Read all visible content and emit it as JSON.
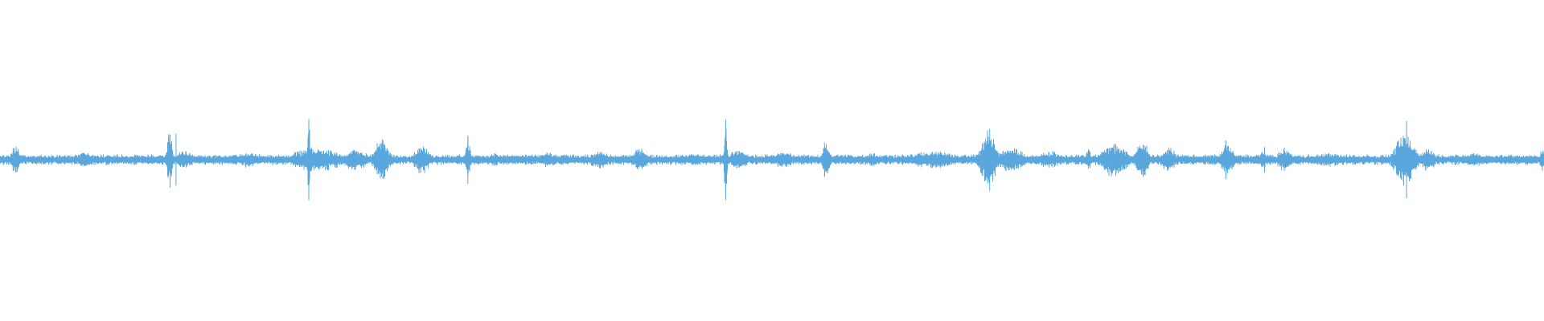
{
  "waveform": {
    "color": "#5aa7dd",
    "baseline_noise": 0.035,
    "bursts": [
      {
        "t": 0.01,
        "w": 0.003,
        "a": 0.1
      },
      {
        "t": 0.055,
        "w": 0.01,
        "a": 0.05
      },
      {
        "t": 0.11,
        "w": 0.002,
        "a": 0.2
      },
      {
        "t": 0.12,
        "w": 0.008,
        "a": 0.06
      },
      {
        "t": 0.16,
        "w": 0.012,
        "a": 0.05
      },
      {
        "t": 0.2,
        "w": 0.001,
        "a": 0.27
      },
      {
        "t": 0.205,
        "w": 0.02,
        "a": 0.08
      },
      {
        "t": 0.23,
        "w": 0.01,
        "a": 0.07
      },
      {
        "t": 0.247,
        "w": 0.006,
        "a": 0.14
      },
      {
        "t": 0.273,
        "w": 0.006,
        "a": 0.1
      },
      {
        "t": 0.303,
        "w": 0.002,
        "a": 0.15
      },
      {
        "t": 0.32,
        "w": 0.004,
        "a": 0.05
      },
      {
        "t": 0.355,
        "w": 0.006,
        "a": 0.05
      },
      {
        "t": 0.388,
        "w": 0.008,
        "a": 0.06
      },
      {
        "t": 0.415,
        "w": 0.005,
        "a": 0.09
      },
      {
        "t": 0.45,
        "w": 0.005,
        "a": 0.05
      },
      {
        "t": 0.47,
        "w": 0.001,
        "a": 0.28
      },
      {
        "t": 0.478,
        "w": 0.008,
        "a": 0.07
      },
      {
        "t": 0.508,
        "w": 0.008,
        "a": 0.06
      },
      {
        "t": 0.535,
        "w": 0.003,
        "a": 0.12
      },
      {
        "t": 0.565,
        "w": 0.004,
        "a": 0.06
      },
      {
        "t": 0.605,
        "w": 0.02,
        "a": 0.06
      },
      {
        "t": 0.64,
        "w": 0.006,
        "a": 0.2
      },
      {
        "t": 0.655,
        "w": 0.01,
        "a": 0.09
      },
      {
        "t": 0.68,
        "w": 0.01,
        "a": 0.06
      },
      {
        "t": 0.705,
        "w": 0.002,
        "a": 0.08
      },
      {
        "t": 0.722,
        "w": 0.01,
        "a": 0.12
      },
      {
        "t": 0.74,
        "w": 0.005,
        "a": 0.13
      },
      {
        "t": 0.757,
        "w": 0.006,
        "a": 0.08
      },
      {
        "t": 0.795,
        "w": 0.005,
        "a": 0.11
      },
      {
        "t": 0.818,
        "w": 0.002,
        "a": 0.08
      },
      {
        "t": 0.832,
        "w": 0.006,
        "a": 0.08
      },
      {
        "t": 0.86,
        "w": 0.012,
        "a": 0.05
      },
      {
        "t": 0.91,
        "w": 0.008,
        "a": 0.17
      },
      {
        "t": 0.925,
        "w": 0.006,
        "a": 0.08
      },
      {
        "t": 0.955,
        "w": 0.01,
        "a": 0.05
      },
      {
        "t": 0.999,
        "w": 0.002,
        "a": 0.08
      }
    ],
    "spikes": [
      {
        "t": 0.0085,
        "a": 0.12
      },
      {
        "t": 0.114,
        "a": 0.27
      },
      {
        "t": 0.2,
        "a": 0.42
      },
      {
        "t": 0.248,
        "a": 0.2
      },
      {
        "t": 0.303,
        "a": 0.25
      },
      {
        "t": 0.47,
        "a": 0.42
      },
      {
        "t": 0.534,
        "a": 0.18
      },
      {
        "t": 0.641,
        "a": 0.32
      },
      {
        "t": 0.794,
        "a": 0.2
      },
      {
        "t": 0.819,
        "a": 0.13
      },
      {
        "t": 0.911,
        "a": 0.4
      }
    ]
  }
}
